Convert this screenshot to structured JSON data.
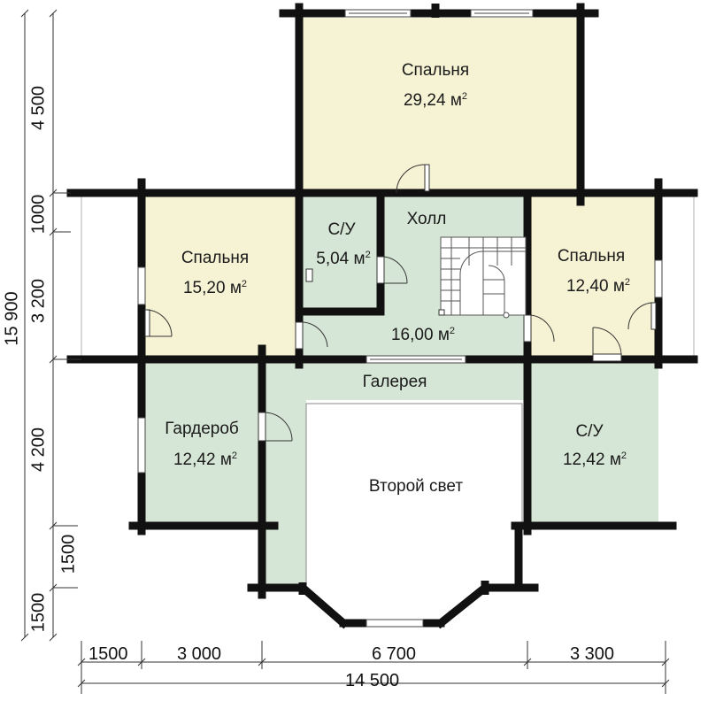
{
  "colors": {
    "bedroom": "#f6f3d4",
    "wet_and_hall": "#d6e6d6",
    "second_light": "#ffffff",
    "wall": "#111111"
  },
  "rooms": {
    "bedroom_top": {
      "name": "Спальня",
      "area": "29,24 м"
    },
    "bedroom_left": {
      "name": "Спальня",
      "area": "15,20 м"
    },
    "bathroom_small": {
      "name": "С/У",
      "area": "5,04 м"
    },
    "hall": {
      "name": "Холл",
      "area": "16,00 м"
    },
    "bedroom_right": {
      "name": "Спальня",
      "area": "12,40 м"
    },
    "gallery": {
      "name": "Галерея"
    },
    "wardrobe": {
      "name": "Гардероб",
      "area": "12,42 м"
    },
    "bathroom_right": {
      "name": "С/У",
      "area": "12,42 м"
    },
    "second_light": {
      "name": "Второй свет"
    }
  },
  "area_unit_power": "2",
  "dimensions": {
    "horizontal": [
      "1500",
      "3 000",
      "6 700",
      "3 300"
    ],
    "horizontal_total": "14 500",
    "vertical": [
      "4 500",
      "1000",
      "3 200",
      "4 200",
      "1500",
      "1500"
    ],
    "vertical_total": "15 900"
  }
}
